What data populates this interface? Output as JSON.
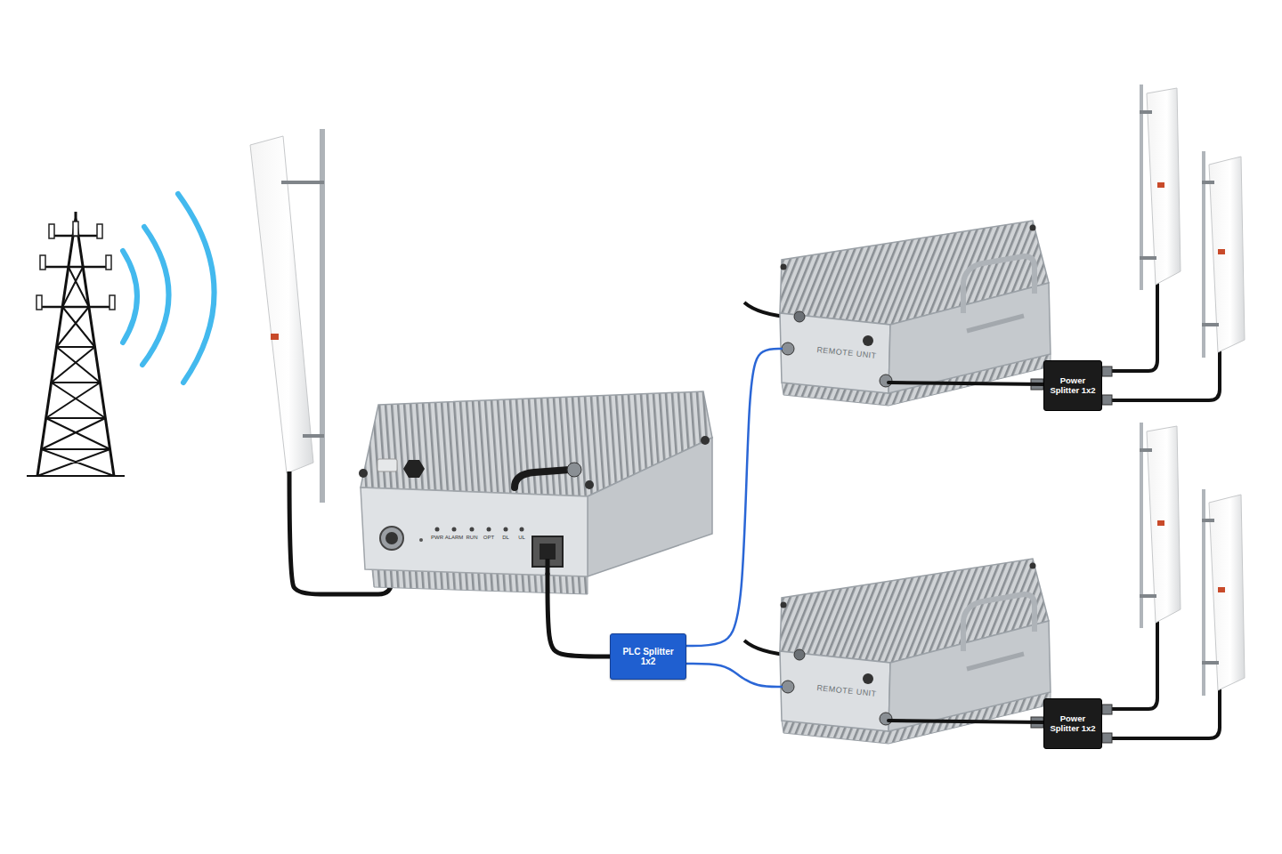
{
  "diagram": {
    "nodes": [
      {
        "text": [
          "PWR",
          "ALARM",
          "RUN",
          "OPT",
          "DL",
          "UL"
        ]
      },
      {
        "text": [
          "PLC Splitter 1x2"
        ]
      },
      {
        "text": [
          "REMOTE UNIT"
        ]
      },
      {
        "text": [
          "Power Splitter 1x2"
        ]
      },
      {
        "text": [
          "REMOTE UNIT"
        ]
      },
      {
        "text": [
          "Power Splitter 1x2"
        ]
      }
    ],
    "edges": [
      {
        "from": 0,
        "to": 1,
        "arrow": "none"
      },
      {
        "from": 1,
        "to": 2,
        "arrow": "none"
      },
      {
        "from": 1,
        "to": 4,
        "arrow": "none"
      },
      {
        "from": 2,
        "to": 3,
        "arrow": "none"
      },
      {
        "from": 4,
        "to": 5,
        "arrow": "none"
      }
    ]
  }
}
